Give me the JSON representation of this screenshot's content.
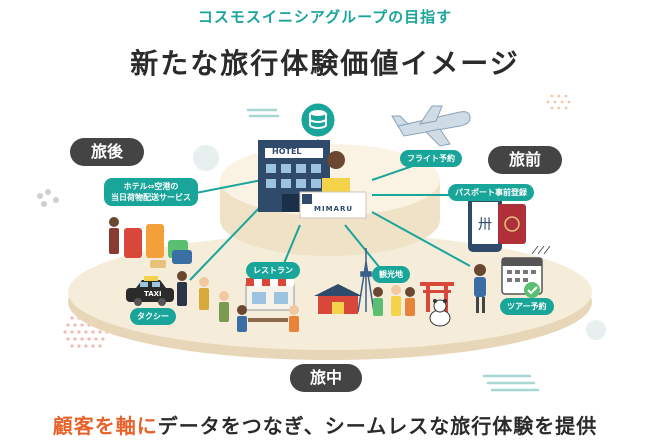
{
  "header": {
    "subtitle": "コスモスイニシアグループの目指す",
    "title": "新たな旅行体験価値イメージ"
  },
  "phases": {
    "after": "旅後",
    "before": "旅前",
    "during": "旅中"
  },
  "services": {
    "luggage": [
      "ホテル⇔空港の",
      "当日荷物配送サービス"
    ],
    "flight": "フライト予約",
    "passport": "パスポート事前登録",
    "restaurant": "レストラン",
    "sightseeing": "観光地",
    "tour": "ツアー予約",
    "taxi": "タクシー"
  },
  "hotel": {
    "sign": "HOTEL",
    "brand": "MIMARU"
  },
  "taxi_sign": "TAXI",
  "tagline": {
    "accent": "顧客を軸に",
    "rest": "データをつなぎ、シームレスな旅行体験を提供"
  },
  "colors": {
    "accent": "#1aa59b",
    "pill": "#444444",
    "highlight": "#e8632b",
    "platform": "#f3e9d4",
    "platform_edge": "#e4d3b2"
  },
  "icons": [
    "database-icon",
    "airplane-icon",
    "calendar-icon",
    "checkmark-icon",
    "passport-icon",
    "taxi-icon",
    "torii-icon",
    "tower-icon",
    "luggage-icon",
    "shop-icon"
  ]
}
